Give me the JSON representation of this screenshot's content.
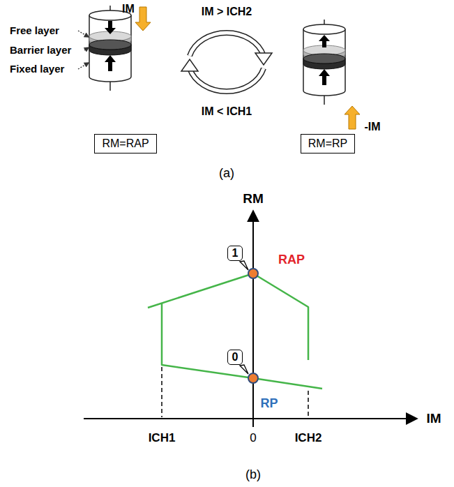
{
  "diagram": {
    "nodes": [
      {
        "text": [
          "RM=RAP"
        ]
      },
      {
        "text": [
          "RM=RP"
        ]
      },
      {
        "text": [
          "1"
        ]
      },
      {
        "text": [
          "0"
        ]
      }
    ],
    "labels": [
      "Free layer",
      "Barrier layer",
      "Fixed layer",
      "IM",
      "IM > ICH2",
      "IM < ICH1",
      "-IM",
      "(a)",
      "RM",
      "RAP",
      "RP",
      "IM",
      "ICH1",
      "0",
      "ICH2",
      "(b)"
    ]
  }
}
